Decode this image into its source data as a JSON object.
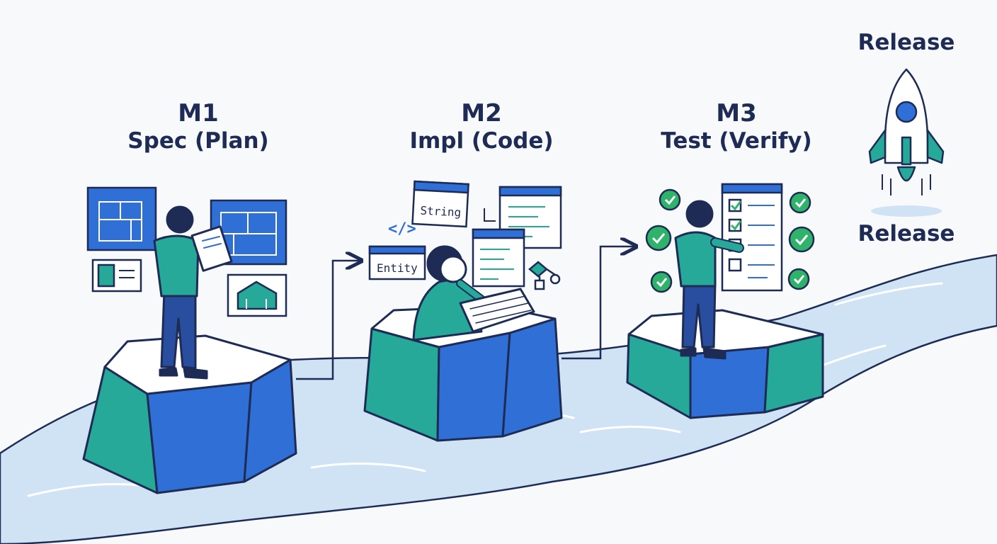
{
  "colors": {
    "navy": "#1d2b55",
    "blue": "#2f6fd6",
    "teal": "#27a99a",
    "check_green": "#2fb36a",
    "water": "#cfe3f4",
    "background": "#f7f9fb"
  },
  "milestones": [
    {
      "id": "M1",
      "title": "Spec (Plan)",
      "icons": [
        "blueprint-icon",
        "floorplan-icon",
        "house-icon"
      ]
    },
    {
      "id": "M2",
      "title": "Impl (Code)",
      "icons": [
        "code-window-icon",
        "flowchart-icon"
      ]
    },
    {
      "id": "M3",
      "title": "Test (Verify)",
      "icons": [
        "checklist-icon",
        "check-circle-icon"
      ]
    }
  ],
  "code_tags": {
    "string": "String",
    "entity": "Entity",
    "brackets": "</>"
  },
  "release": {
    "top_label": "Release",
    "bottom_label": "Release",
    "icon": "rocket-icon"
  }
}
